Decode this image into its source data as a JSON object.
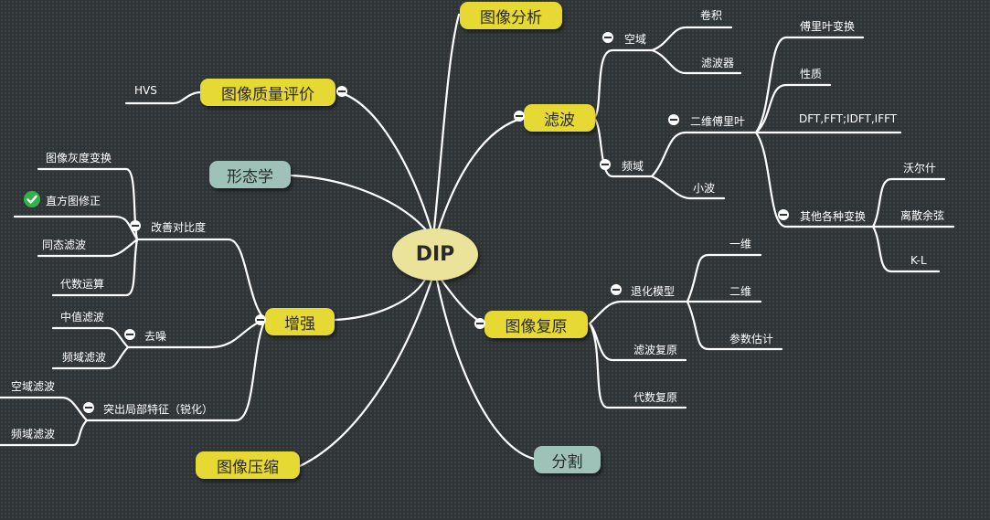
{
  "root": "DIP",
  "main": {
    "image_analysis": "图像分析",
    "quality_eval": "图像质量评价",
    "morphology": "形态学",
    "enhancement": "增强",
    "compression": "图像压缩",
    "filtering": "滤波",
    "restoration": "图像复原",
    "segmentation": "分割"
  },
  "quality": {
    "hvs": "HVS"
  },
  "enhance": {
    "contrast": "改善对比度",
    "contrast_items": [
      "图像灰度变换",
      "直方图修正",
      "同态滤波",
      "代数运算"
    ],
    "denoise": "去噪",
    "denoise_items": [
      "中值滤波",
      "频域滤波"
    ],
    "sharpen": "突出局部特征（锐化）",
    "sharpen_items": [
      "空域滤波",
      "频域滤波"
    ]
  },
  "filter": {
    "spatial": "空域",
    "spatial_items": [
      "卷积",
      "滤波器"
    ],
    "frequency": "频域",
    "fourier2d": "二维傅里叶",
    "fourier_items": [
      "傅里叶变换",
      "性质",
      "DFT,FFT;IDFT,IFFT"
    ],
    "other": "其他各种变换",
    "other_items": [
      "沃尔什",
      "离散余弦",
      "K-L"
    ],
    "wavelet": "小波"
  },
  "restore": {
    "degradation": "退化模型",
    "degradation_items": [
      "一维",
      "二维",
      "参数估计"
    ],
    "filter_restore": "滤波复原",
    "algebra_restore": "代数复原"
  },
  "colors": {
    "background": "#2f3437",
    "main_yellow": "#e7d933",
    "main_teal": "#9ec2b7",
    "root_fill": "#ebe39a",
    "line": "#ffffff",
    "check_green": "#36b04a"
  },
  "icons": {
    "collapse": "minus-circle-icon",
    "done": "check-icon"
  }
}
